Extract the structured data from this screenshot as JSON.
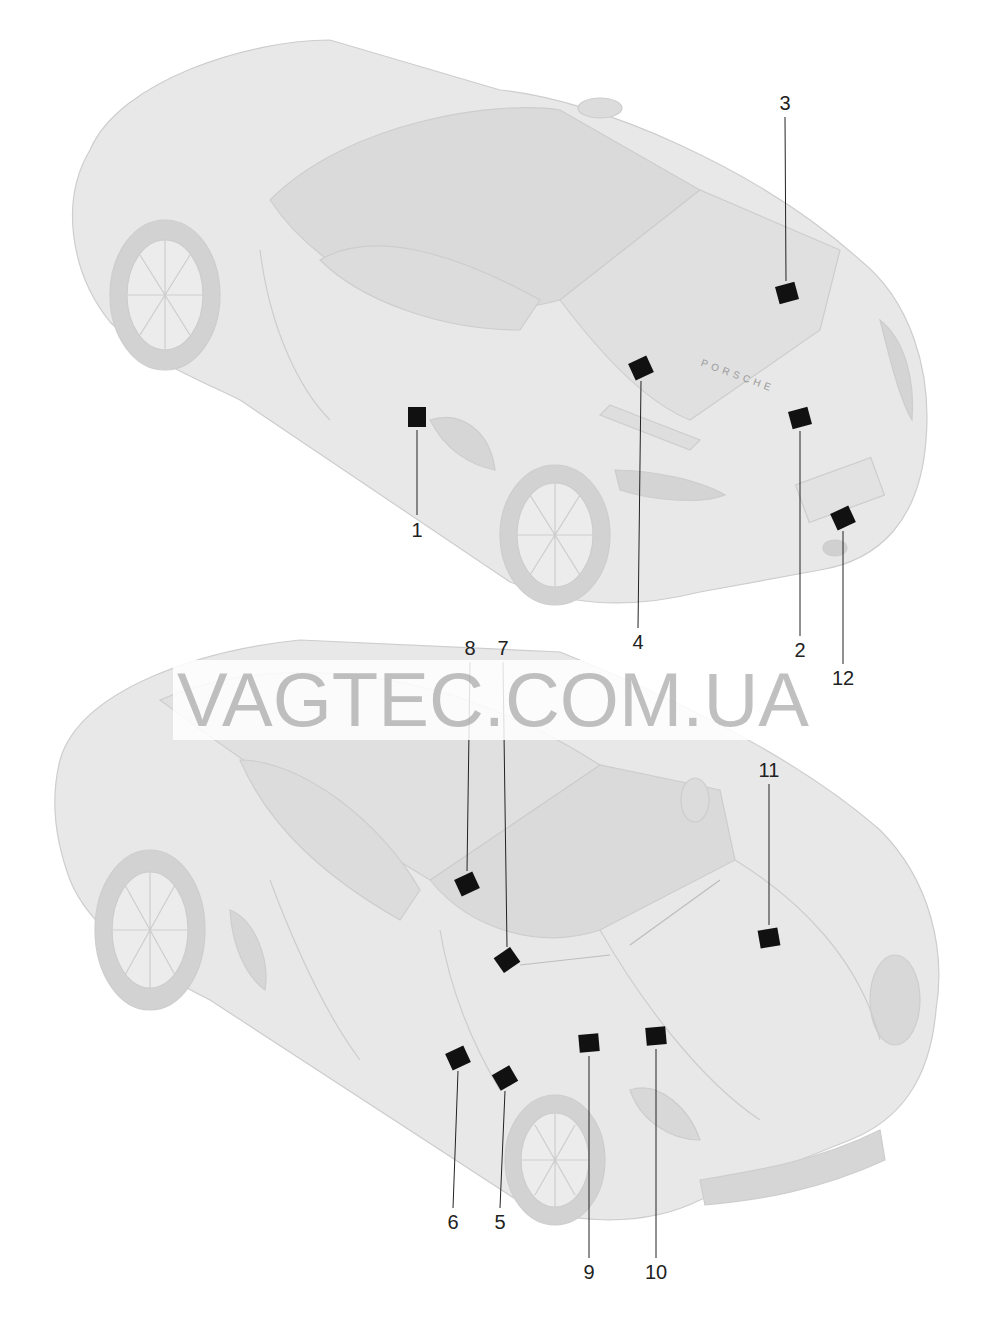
{
  "diagram": {
    "labels": [
      "3",
      "1",
      "4",
      "2",
      "12",
      "PORSCHE",
      "VAGTEC.COM.UA",
      "8",
      "7",
      "11",
      "6",
      "5",
      "9",
      "10"
    ]
  }
}
